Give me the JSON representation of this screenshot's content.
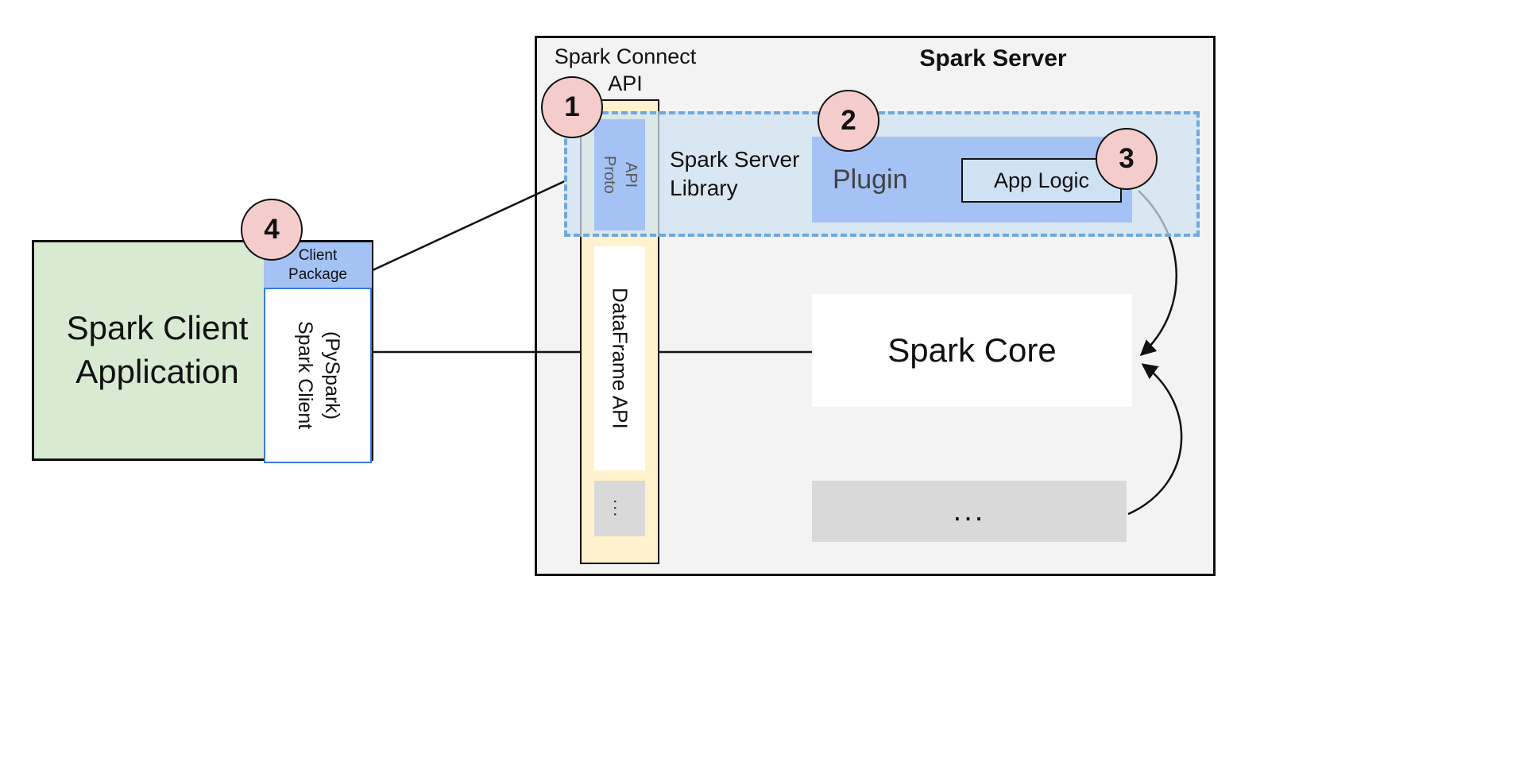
{
  "server": {
    "title": "Spark Server",
    "connect_api": {
      "line1": "Spark Connect",
      "line2": "API"
    },
    "proto_api": {
      "line1": "Proto",
      "line2": "API"
    },
    "dataframe_api": "DataFrame API",
    "column_dots": "...",
    "library": {
      "line1": "Spark Server",
      "line2": "Library"
    },
    "plugin": "Plugin",
    "app_logic": "App Logic",
    "spark_core": "Spark Core",
    "bottom_dots": "..."
  },
  "client": {
    "app": {
      "line1": "Spark Client",
      "line2": "Application"
    },
    "package": {
      "line1": "Client",
      "line2": "Package"
    },
    "name": {
      "line1": "Spark Client",
      "line2": "(PySpark)"
    }
  },
  "badges": {
    "b1": "1",
    "b2": "2",
    "b3": "3",
    "b4": "4"
  },
  "colors": {
    "server_bg": "#f3f3f3",
    "column_yellow": "#fff2cc",
    "accent_blue": "#a4c2f4",
    "panel_light_blue": "#cfe2f3",
    "dashed_blue": "#6fa8dc",
    "neutral_gray": "#d9d9d9",
    "client_green": "#d9ead3",
    "badge_pink": "#f4cccc",
    "client_border_blue": "#3c78d8"
  }
}
